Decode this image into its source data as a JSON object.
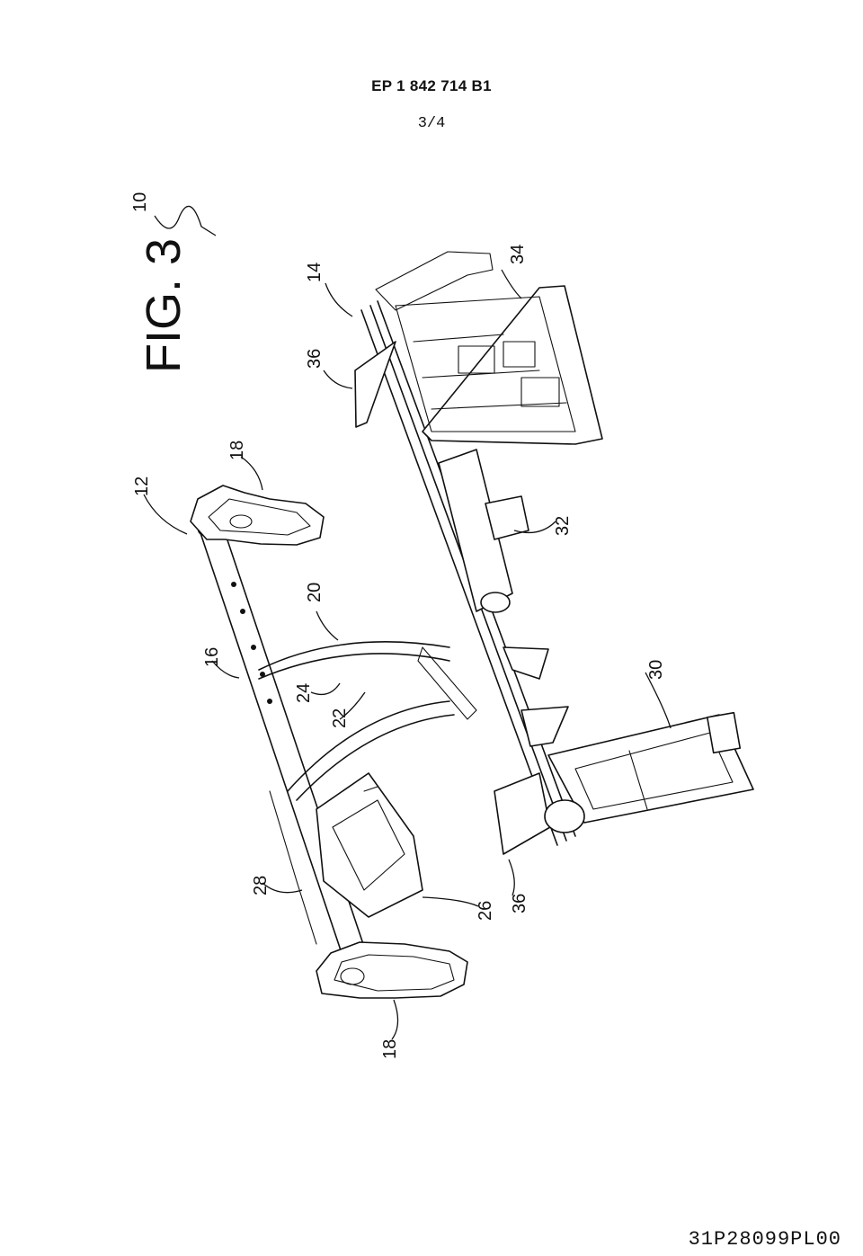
{
  "header": {
    "publication_number": "EP 1 842 714 B1",
    "sheet": "3/4"
  },
  "figure": {
    "title": "FIG. 3",
    "reference_numerals": {
      "assembly": "10",
      "left_part": "12",
      "right_part": "14",
      "tube": "16",
      "end_bracket_top": "18",
      "end_bracket_bottom": "18",
      "support_group": "20",
      "arch_brackets": "22",
      "inner_bracket": "24",
      "lower_bracket": "26",
      "tube_sleeve": "28",
      "side_support": "30",
      "column_mount": "32",
      "frame_box": "34",
      "flange_top": "36",
      "flange_bottom": "36"
    }
  },
  "footer": {
    "code": "31P28099PL00"
  }
}
